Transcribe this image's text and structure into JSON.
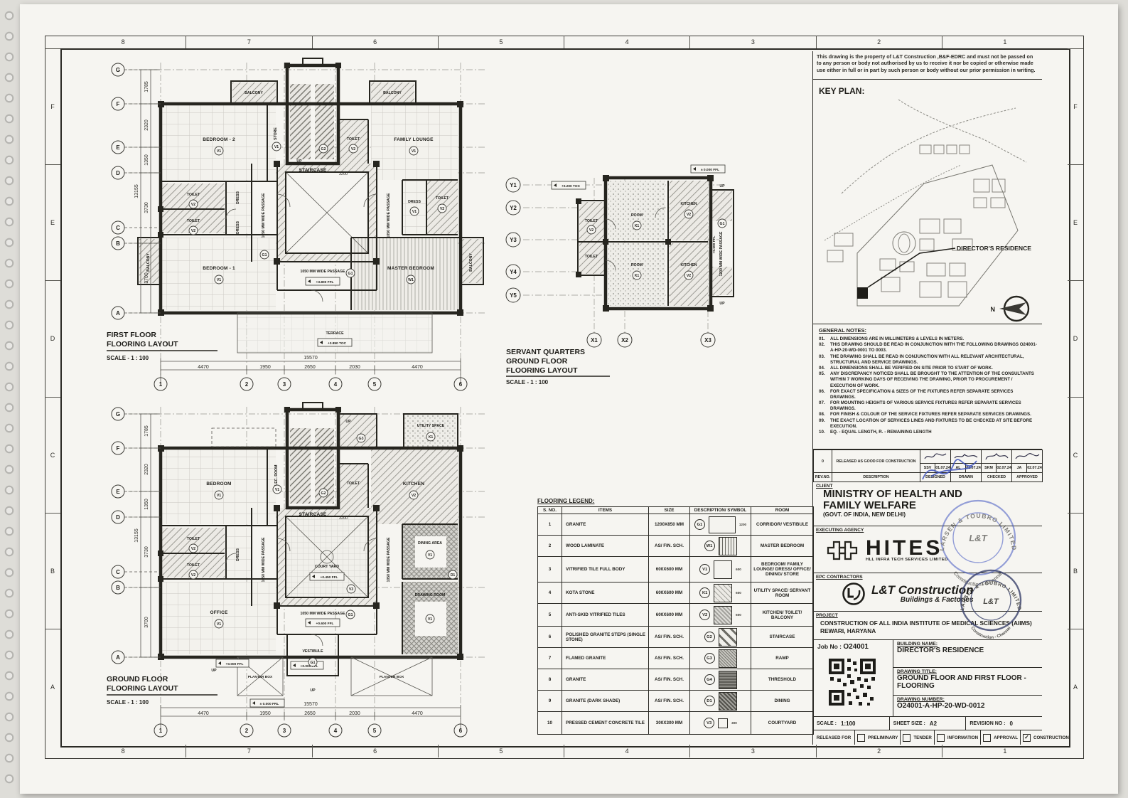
{
  "sheet": {
    "property_note": "This drawing is the property of L&T Construction ,B&F-EDRC and must not be passed on to any person or body not authorised by us to receive it nor be copied or otherwise made use either in full or in part by such person or body without our prior permission in writing.",
    "zones_top": [
      "8",
      "7",
      "6",
      "5",
      "4",
      "3",
      "2",
      "1"
    ],
    "zones_bottom": [
      "8",
      "7",
      "6",
      "5",
      "4",
      "3",
      "2",
      "1"
    ],
    "zones_left": [
      "F",
      "E",
      "D",
      "C",
      "B",
      "A"
    ],
    "zones_right": [
      "F",
      "E",
      "D",
      "C",
      "B",
      "A"
    ]
  },
  "key_plan": {
    "title": "KEY PLAN:",
    "callout": "DIRECTOR'S RESIDENCE",
    "north_label": "N"
  },
  "general_notes": {
    "title": "GENERAL NOTES:",
    "items": [
      {
        "no": "01.",
        "text": "ALL DIMENSIONS ARE IN MILLIMETERS & LEVELS IN METERS."
      },
      {
        "no": "02.",
        "text": "THIS DRAWING SHOULD BE READ IN CONJUNCTION WITH THE FOLLOWING DRAWINGS O24001-A-HP-20-WD-0001 TO 0003."
      },
      {
        "no": "03.",
        "text": "THE DRAWING SHALL BE READ IN CONJUNCTION WITH ALL RELEVANT ARCHITECTURAL, STRUCTURAL AND SERVICE DRAWINGS."
      },
      {
        "no": "04.",
        "text": "ALL DIMENSIONS SHALL BE VERIFIED ON SITE PRIOR TO START OF WORK."
      },
      {
        "no": "05.",
        "text": "ANY DISCREPANCY NOTICED SHALL BE BROUGHT TO THE ATTENTION OF THE CONSULTANTS WITHIN 7 WORKING DAYS OF RECEIVING THE DRAWING, PRIOR TO PROCUREMENT / EXECUTION OF WORK."
      },
      {
        "no": "06.",
        "text": "FOR EXACT SPECIFICATION & SIZES OF THE FIXTURES REFER SEPARATE SERVICES DRAWINGS."
      },
      {
        "no": "07.",
        "text": "FOR MOUNTING HEIGHTS OF VARIOUS SERVICE FIXTURES REFER SEPARATE SERVICES DRAWINGS."
      },
      {
        "no": "08.",
        "text": "FOR FINISH & COLOUR OF THE SERVICE FIXTURES REFER SEPARATE SERVICES DRAWINGS."
      },
      {
        "no": "09.",
        "text": "THE EXACT LOCATION OF SERVICES LINES AND FIXTURES TO BE CHECKED AT SITE BEFORE EXECUTION."
      },
      {
        "no": "10.",
        "text": "EQ. - EQUAL LENGTH,   R.  - REMAINING LENGTH"
      }
    ]
  },
  "revision": {
    "entry": {
      "no": "0",
      "description": "RELEASED AS GOOD FOR CONSTRUCTION",
      "designed": "SSV",
      "designed_date": "01.07.24",
      "drawn": "AL",
      "drawn_date": "01.07.24",
      "checked": "SKM",
      "checked_date": "02.07.24",
      "approved": "JA",
      "approved_date": "02.07.24"
    },
    "headers": {
      "rev": "REV.NO.",
      "description": "DESCRIPTION",
      "designed": "DESIGNED",
      "drawn": "DRAWN",
      "checked": "CHECKED",
      "approved": "APPROVED"
    }
  },
  "client": {
    "label": "CLIENT",
    "line1": "MINISTRY OF HEALTH AND",
    "line2": "FAMILY WELFARE",
    "line3": "(GOVT. OF INDIA, NEW DELHI)"
  },
  "agency": {
    "label": "EXECUTING AGENCY",
    "name": "HITES",
    "sub": "HLL INFRA TECH SERVICES LIMITED"
  },
  "epc": {
    "label": "EPC CONTRACTORS",
    "name": "L&T Construction",
    "sub": "Buildings & Factories"
  },
  "stamp": {
    "arc_top": "LARSEN & TOUBRO LIMITED",
    "arc_bottom": "Construction - Chennai",
    "core": "L&T"
  },
  "project": {
    "label": "PROJECT",
    "line1": "CONSTRUCTION OF ALL INDIA INSTITUTE OF MEDICAL SCIENCES (AIIMS)",
    "line2": "REWARI, HARYANA"
  },
  "info": {
    "job_label": "Job No :",
    "job_no": "O24001",
    "building_label": "BUILDING NAME:",
    "building_name": "DIRECTOR'S RESIDENCE",
    "drawing_title_label": "DRAWING TITLE:",
    "drawing_title": "GROUND FLOOR AND FIRST FLOOR - FLOORING",
    "drawing_number_label": "DRAWING NUMBER:",
    "drawing_number": "O24001-A-HP-20-WD-0012"
  },
  "footer": {
    "scale_label": "SCALE :",
    "scale": "1:100",
    "sheet_size_label": "SHEET SIZE :",
    "sheet_size": "A2",
    "revision_label": "REVISION NO :",
    "revision_no": "0",
    "released_label": "RELEASED FOR",
    "check_glyph": "✓",
    "options": [
      {
        "label": "PRELIMINARY",
        "checked": false
      },
      {
        "label": "TENDER",
        "checked": false
      },
      {
        "label": "INFORMATION",
        "checked": false
      },
      {
        "label": "APPROVAL",
        "checked": false
      },
      {
        "label": "CONSTRUCTION",
        "checked": true
      }
    ]
  },
  "legend": {
    "title": "FLOORING LEGEND:",
    "headers": {
      "sno": "S. NO.",
      "items": "ITEMS",
      "size": "SIZE",
      "symbol": "DESCRIPTION/ SYMBOL",
      "room": "ROOM"
    },
    "rows": [
      {
        "no": "1",
        "item": "GRANITE",
        "size": "1200X850 MM",
        "code": "G1",
        "room": "CORRIDOR/ VESTIBULE",
        "sym_w": "1200",
        "sym_h": "850"
      },
      {
        "no": "2",
        "item": "WOOD LAMINATE",
        "size": "AS/ FIN. SCH.",
        "code": "W1",
        "room": "MASTER BEDROOM"
      },
      {
        "no": "3",
        "item": "VITRIFIED TILE FULL BODY",
        "size": "600X600 MM",
        "code": "V1",
        "room": "BEDROOM/ FAMILY LOUNGE/ DRESS/ OFFICE/ DINING/ STORE",
        "sym_w": "600",
        "sym_h": "600"
      },
      {
        "no": "4",
        "item": "KOTA STONE",
        "size": "600X600 MM",
        "code": "K1",
        "room": "UTILITY SPACE/ SERVANT ROOM",
        "sym_w": "600",
        "sym_h": "600"
      },
      {
        "no": "5",
        "item": "ANTI-SKID VITRIFIED TILES",
        "size": "600X600 MM",
        "code": "V2",
        "room": "KITCHEN/ TOILET/ BALCONY",
        "sym_w": "600",
        "sym_h": "600"
      },
      {
        "no": "6",
        "item": "POLISHED GRANITE STEPS (SINGLE STONE)",
        "size": "AS/ FIN. SCH.",
        "code": "G2",
        "room": "STAIRCASE"
      },
      {
        "no": "7",
        "item": "FLAMED GRANITE",
        "size": "AS/ FIN. SCH.",
        "code": "G3",
        "room": "RAMP"
      },
      {
        "no": "8",
        "item": "GRANITE",
        "size": "AS/ FIN. SCH.",
        "code": "G4",
        "room": "THRESHOLD"
      },
      {
        "no": "9",
        "item": "GRANITE (DARK SHADE)",
        "size": "AS/ FIN. SCH.",
        "code": "D1",
        "room": "DINING"
      },
      {
        "no": "10",
        "item": "PRESSED CEMENT CONCRETE TILE",
        "size": "300X300 MM",
        "code": "V3",
        "room": "COURTYARD",
        "sym_w": "300"
      }
    ]
  },
  "plans": {
    "first": {
      "title_line1": "FIRST FLOOR",
      "title_line2": "FLOORING LAYOUT",
      "scale": "SCALE  -   1 : 100",
      "rooms": {
        "balcony": "BALCONY",
        "bedroom2": "BEDROOM - 2",
        "store": "STORE",
        "staircase": "STAIRCASE",
        "stair_dim": "3200",
        "toilet": "TOILET",
        "family_lounge": "FAMILY LOUNGE",
        "dress": "DRESS",
        "passage": "1050 MM WIDE PASSAGE",
        "bedroom1": "BEDROOM - 1",
        "master_bedroom": "MASTER BEDROOM",
        "terrace": "TERRACE",
        "terrace_level": "+3.850 TOC",
        "passage_level": "+3.800 FFL",
        "up": "UP"
      },
      "grid_rows": [
        "G",
        "F",
        "E",
        "D",
        "C",
        "B",
        "A"
      ],
      "row_dims": [
        "1785",
        "2320",
        "1350",
        "3730",
        "3700"
      ],
      "row_total": "13155",
      "grid_cols": [
        "1",
        "2",
        "3",
        "4",
        "5",
        "6"
      ],
      "col_dims": [
        "4470",
        "1950",
        "2650",
        "2030",
        "4470"
      ],
      "col_total": "15570"
    },
    "ground": {
      "title_line1": "GROUND FLOOR",
      "title_line2": "FLOORING LAYOUT",
      "scale": "SCALE  - 1 : 100",
      "rooms": {
        "bedroom": "BEDROOM",
        "elec_room": "ELEC. ROOM",
        "staircase": "STAIRCASE",
        "stair_dim": "3200",
        "toilet": "TOILET",
        "kitchen": "KITCHEN",
        "utility_space": "UTILITY SPACE",
        "dress": "DRESS",
        "passage": "1050 MM WIDE PASSAGE",
        "courtyard": "COURT YARD",
        "courtyard_level": "+0.450 FFL",
        "dining_area": "DINING AREA",
        "drawing_room": "DRAWING ROOM",
        "office": "OFFICE",
        "vestibule": "VESTIBULE",
        "passage_level": "+0.600 FFL",
        "planter_box": "PLANTER BOX",
        "up": "UP",
        "entry_level": "+0.000 FFL",
        "datum_level": "± 0.000 FRL"
      },
      "grid_rows": [
        "G",
        "F",
        "E",
        "D",
        "C",
        "B",
        "A"
      ],
      "row_dims": [
        "1785",
        "2320",
        "1350",
        "3730",
        "3700"
      ],
      "row_total": "13155",
      "grid_cols": [
        "1",
        "2",
        "3",
        "4",
        "5",
        "6"
      ],
      "col_dims": [
        "4470",
        "1950",
        "2650",
        "2030",
        "4470"
      ],
      "col_total": "15570"
    },
    "servant": {
      "title_line1": "SERVANT QUARTERS",
      "title_line2": "GROUND FLOOR",
      "title_line3": "FLOORING LAYOUT",
      "scale": "SCALE  -   1 : 100",
      "rooms": {
        "toilet": "TOILET",
        "room": "ROOM",
        "kitchen": "KITCHEN",
        "passage": "1200 MM WIDE PASSAGE",
        "up": "UP",
        "plinth_level": "+0.200 TOC",
        "entry_level": "± 0.000 FFL",
        "floor_level": "+0.500 FFL"
      },
      "grid_rows": [
        "Y1",
        "Y2",
        "Y3",
        "Y4",
        "Y5"
      ],
      "grid_cols": [
        "X1",
        "X2",
        "X3"
      ]
    }
  },
  "markers": {
    "g1": "G1",
    "g2": "G2",
    "g3": "G3",
    "g4": "G4",
    "w1": "W1",
    "v1": "V1",
    "v2": "V2",
    "v3": "V3",
    "k1": "K1",
    "d1": "D1"
  }
}
